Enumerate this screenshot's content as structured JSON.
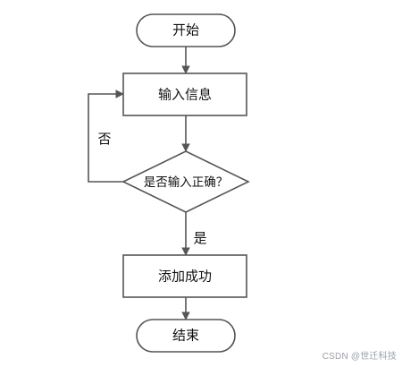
{
  "flowchart": {
    "nodes": {
      "start": {
        "label": "开始"
      },
      "input": {
        "label": "输入信息"
      },
      "decision": {
        "label": "是否输入正确？"
      },
      "success": {
        "label": "添加成功"
      },
      "end": {
        "label": "结束"
      }
    },
    "edges": {
      "yes_label": "是",
      "no_label": "否"
    }
  },
  "watermark": {
    "text": "CSDN @世迁科技"
  },
  "colors": {
    "stroke": "#555555",
    "fill": "#ffffff",
    "text": "#111111"
  }
}
